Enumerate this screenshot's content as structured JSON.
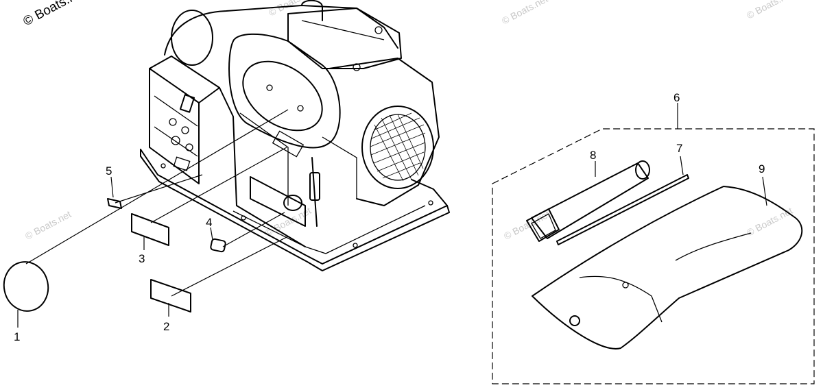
{
  "watermark": {
    "top_left": "© Boats.net",
    "repeat": "© Boats.net"
  },
  "callouts": [
    {
      "id": "1",
      "label": "1"
    },
    {
      "id": "2",
      "label": "2"
    },
    {
      "id": "3",
      "label": "3"
    },
    {
      "id": "4",
      "label": "4"
    },
    {
      "id": "5",
      "label": "5"
    },
    {
      "id": "6",
      "label": "6"
    },
    {
      "id": "7",
      "label": "7"
    },
    {
      "id": "8",
      "label": "8"
    },
    {
      "id": "9",
      "label": "9"
    }
  ],
  "colors": {
    "ink": "#000000",
    "background": "#ffffff",
    "watermark": "#c9c9c9"
  }
}
